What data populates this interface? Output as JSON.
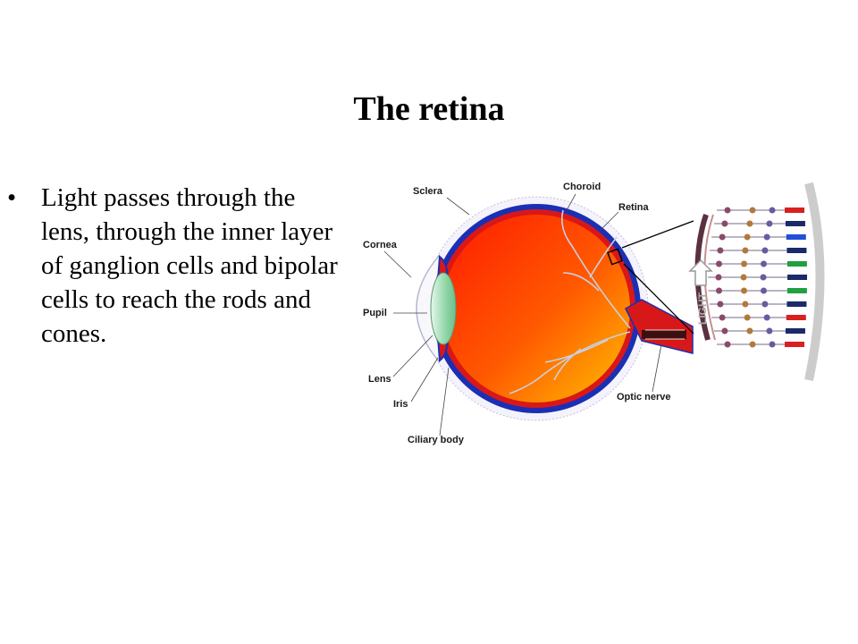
{
  "slide": {
    "title": "The retina",
    "bullet": "Light passes through the lens, through the inner layer of ganglion cells and bipolar cells to reach the rods and cones.",
    "bullet_symbol": "•"
  },
  "diagram": {
    "labels": {
      "sclera": "Sclera",
      "choroid": "Choroid",
      "retina": "Retina",
      "cornea": "Cornea",
      "pupil": "Pupil",
      "lens": "Lens",
      "iris": "Iris",
      "ciliary_body": "Ciliary body",
      "optic_nerve": "Optic nerve",
      "light": "LIGHT"
    },
    "colors": {
      "eyeball_inner": "#ff2a00",
      "eyeball_inner_light": "#ffb000",
      "retina_layer": "#1b2fb5",
      "choroid_layer": "#e02020",
      "lens": "#9be0b0",
      "vessel": "#c0c8d8"
    }
  }
}
